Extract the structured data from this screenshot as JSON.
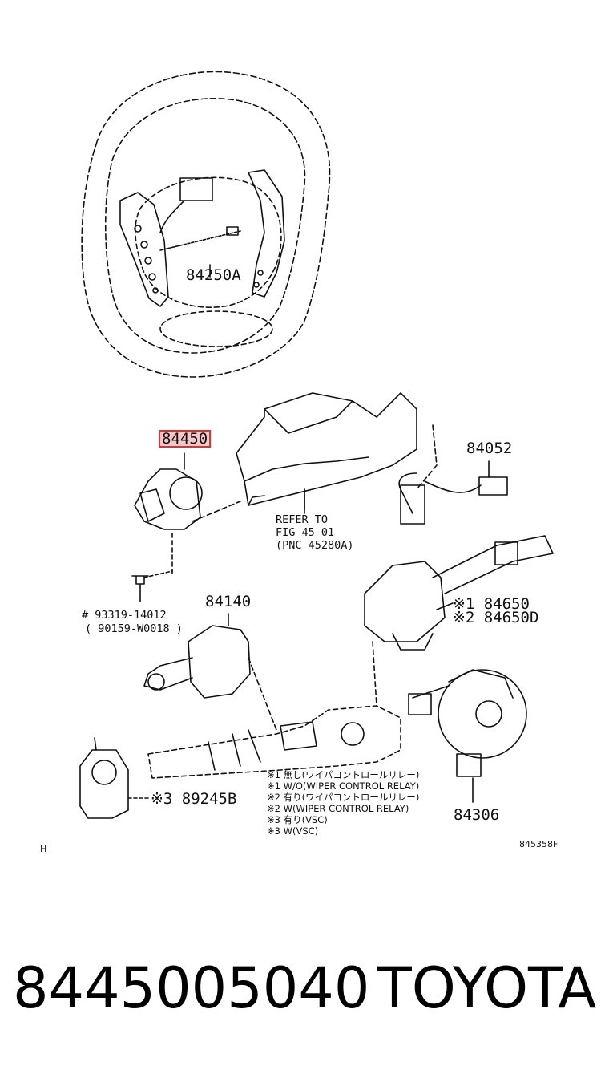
{
  "labels": {
    "steering_pad": "84250A",
    "highlighted_part": "84450",
    "sensor": "84052",
    "refer_line1": "REFER TO",
    "refer_line2": "FIG 45-01",
    "refer_line3": "(PNC 45280A)",
    "screw_line1": "# 93319-14012",
    "screw_line2": "( 90159-W0018 )",
    "headlamp_switch": "84140",
    "wiper_switch_1": "※1 84650",
    "wiper_switch_2": "※2 84650D",
    "steering_sensor": "※3 89245B",
    "spiral_cable": "84306",
    "corner_h": "H",
    "figure_code": "845358F"
  },
  "notes": [
    "※1 無し(ワイパコントロールリレー)",
    "※1 W/O(WIPER CONTROL RELAY)",
    "※2 有り(ワイパコントロールリレー)",
    "※2 W(WIPER CONTROL RELAY)",
    "※3 有り(VSC)",
    "※3 W(VSC)"
  ],
  "footer": {
    "part_number": "8445005040",
    "brand": "TOYOTA"
  },
  "colors": {
    "highlight_border": "#e03030",
    "highlight_fill": "#f4c8c8",
    "line": "#111111"
  }
}
